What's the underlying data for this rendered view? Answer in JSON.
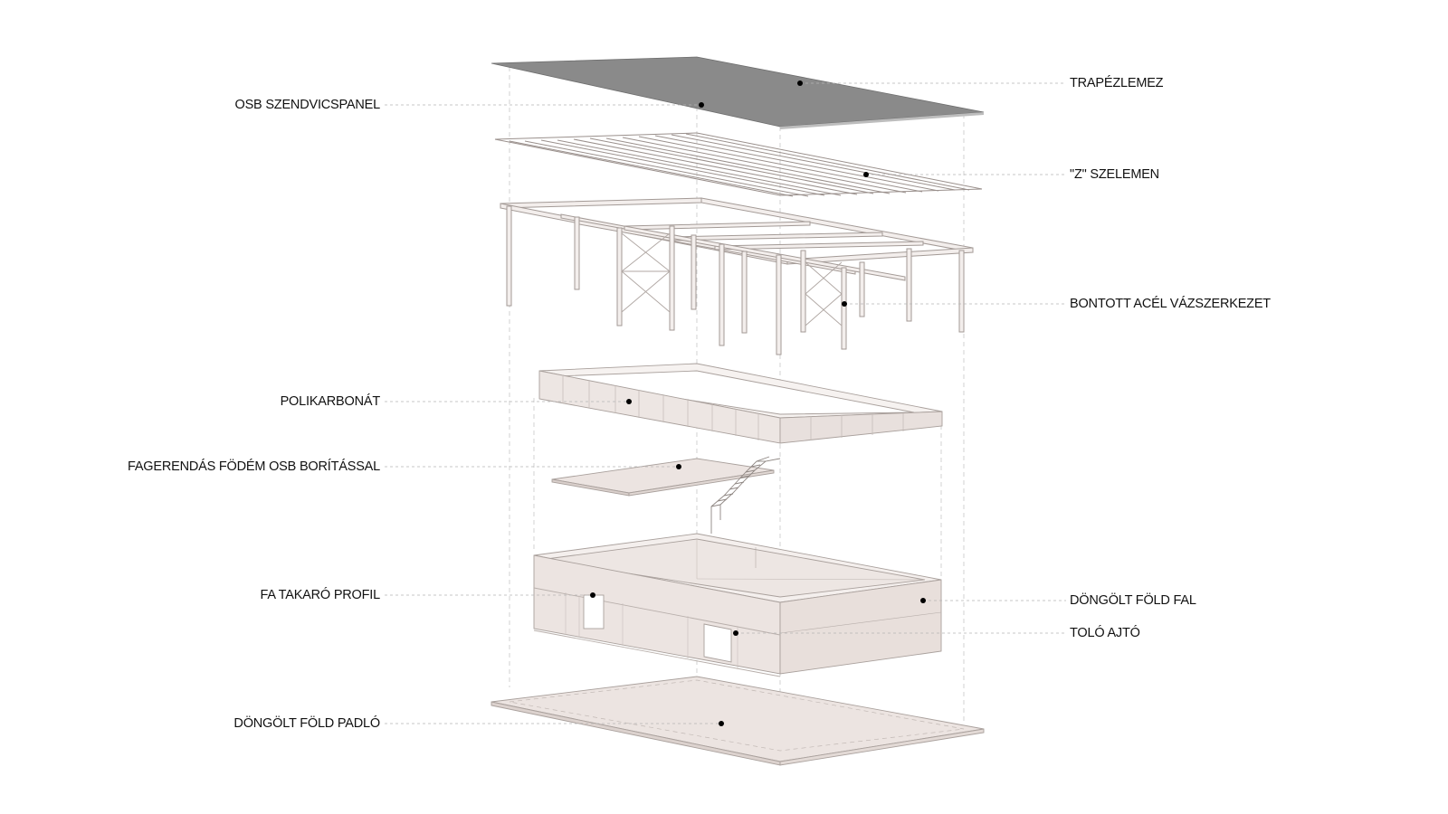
{
  "labels": {
    "osb_szendvicspanel": "OSB SZENDVICSPANEL",
    "trapezlemez": "TRAPÉZLEMEZ",
    "z_szelemen": "\"Z\" SZELEMEN",
    "bontott_acel": "BONTOTT ACÉL VÁZSZERKEZET",
    "polikarbonat": "POLIKARBONÁT",
    "fagerendas": "FAGERENDÁS FÖDÉM OSB BORÍTÁSSAL",
    "fa_takaro": "FA TAKARÓ PROFIL",
    "dongolt_fal": "DÖNGÖLT FÖLD FAL",
    "tolo_ajto": "TOLÓ AJTÓ",
    "dongolt_padlo": "DÖNGÖLT FÖLD PADLÓ"
  },
  "colors": {
    "roof": "#8a8a8a",
    "earth": "#ece4e1",
    "earth_dark": "#e2d8d4",
    "stroke": "#a9a09c",
    "leader": "#b5b5b5"
  }
}
